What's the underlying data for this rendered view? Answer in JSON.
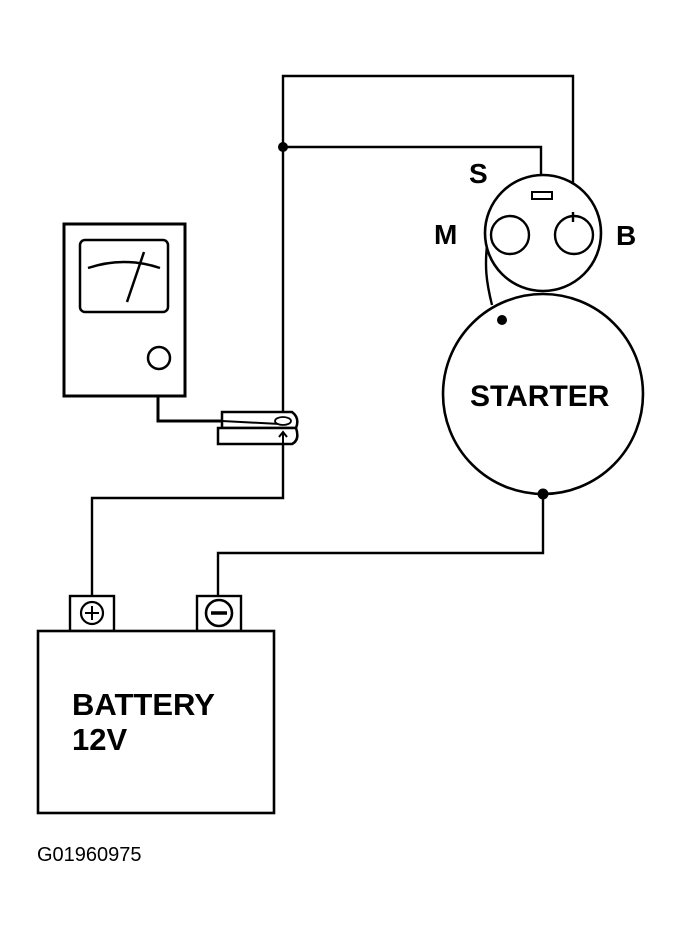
{
  "diagram": {
    "title": "Starter current draw test wiring diagram",
    "figure_code": "G01960975",
    "components": {
      "battery": {
        "label_line1": "BATTERY",
        "label_line2": "12V",
        "positive_terminal_symbol": "⊕",
        "negative_terminal_symbol": "⊖"
      },
      "starter": {
        "label": "STARTER",
        "terminals": {
          "s": "S",
          "m": "M",
          "b": "B"
        }
      },
      "ammeter": {
        "name": "inductive ammeter with clamp"
      }
    },
    "colors": {
      "ink": "#000000",
      "background": "#ffffff"
    }
  }
}
